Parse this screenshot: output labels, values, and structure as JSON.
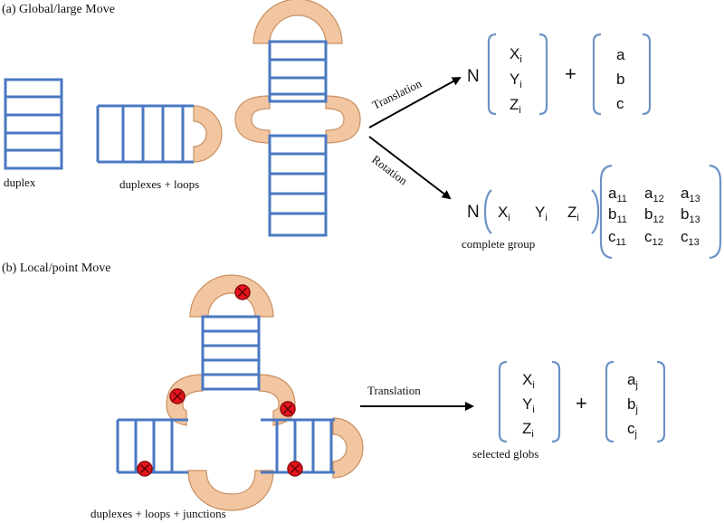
{
  "sections": {
    "a_title": "(a) Global/large Move",
    "b_title": "(b) Local/point Move"
  },
  "labels": {
    "duplex": "duplex",
    "duplexes_loops": "duplexes + loops",
    "duplexes_loops_junctions": "duplexes + loops + junctions",
    "complete_group": "complete group",
    "selected_globs": "selected globs"
  },
  "arrows": {
    "translation_a": "Translation",
    "rotation_a": "Rotation",
    "translation_b": "Translation"
  },
  "equations": {
    "translation_a": {
      "factor": "N",
      "coords": [
        [
          "X",
          "i"
        ],
        [
          "Y",
          "i"
        ],
        [
          "Z",
          "i"
        ]
      ],
      "plus": "+",
      "offset": [
        [
          "a",
          ""
        ],
        [
          "b",
          ""
        ],
        [
          "c",
          ""
        ]
      ]
    },
    "rotation_a": {
      "factor": "N",
      "row": [
        [
          "X",
          "i"
        ],
        [
          "Y",
          "i"
        ],
        [
          "Z",
          "i"
        ]
      ],
      "matrix": [
        [
          [
            "a",
            "11"
          ],
          [
            "a",
            "12"
          ],
          [
            "a",
            "13"
          ]
        ],
        [
          [
            "b",
            "11"
          ],
          [
            "b",
            "12"
          ],
          [
            "b",
            "13"
          ]
        ],
        [
          [
            "c",
            "11"
          ],
          [
            "c",
            "12"
          ],
          [
            "c",
            "13"
          ]
        ]
      ]
    },
    "translation_b": {
      "coords": [
        [
          "X",
          "i"
        ],
        [
          "Y",
          "i"
        ],
        [
          "Z",
          "i"
        ]
      ],
      "plus": "+",
      "offset": [
        [
          "a",
          "j"
        ],
        [
          "b",
          "j"
        ],
        [
          "c",
          "j"
        ]
      ]
    }
  },
  "colors": {
    "duplex": "#4a78c2",
    "loop": "#f2c6a0",
    "loop_edge": "#c99063",
    "bracket": "#6e93c6",
    "marker": "#e8141c"
  },
  "marker_icon": "red-circled-x-icon"
}
